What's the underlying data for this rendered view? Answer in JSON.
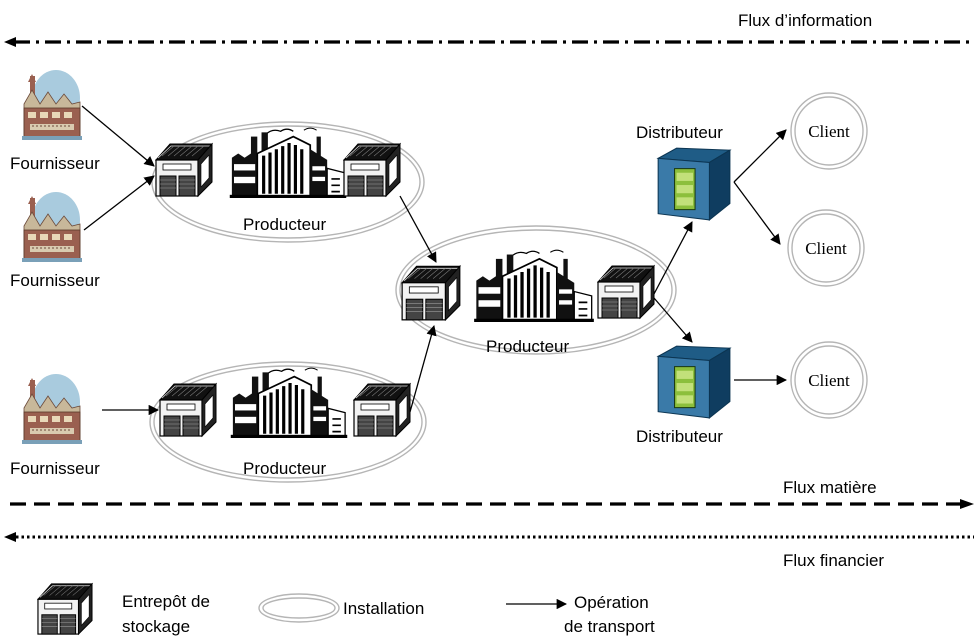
{
  "flows": {
    "information": "Flux d’information",
    "material": "Flux matière",
    "financial": "Flux financier"
  },
  "nodes": {
    "supplier_label": "Fournisseur",
    "producer_label": "Producteur",
    "distributor_label": "Distributeur",
    "client_label": "Client"
  },
  "legend": {
    "warehouse_line1": "Entrepôt de",
    "warehouse_line2": "stockage",
    "installation": "Installation",
    "transport_line1": "Opération",
    "transport_line2": "de transport"
  },
  "colors": {
    "supplier_wall": "#9a6050",
    "supplier_roof": "#c8b89a",
    "supplier_sky": "#6fa8c8",
    "distributor_front": "#3a7aa8",
    "distributor_top": "#1f5c86",
    "distributor_panel": "#8cbf3c",
    "ellipse_stroke": "#b5b5b5"
  }
}
